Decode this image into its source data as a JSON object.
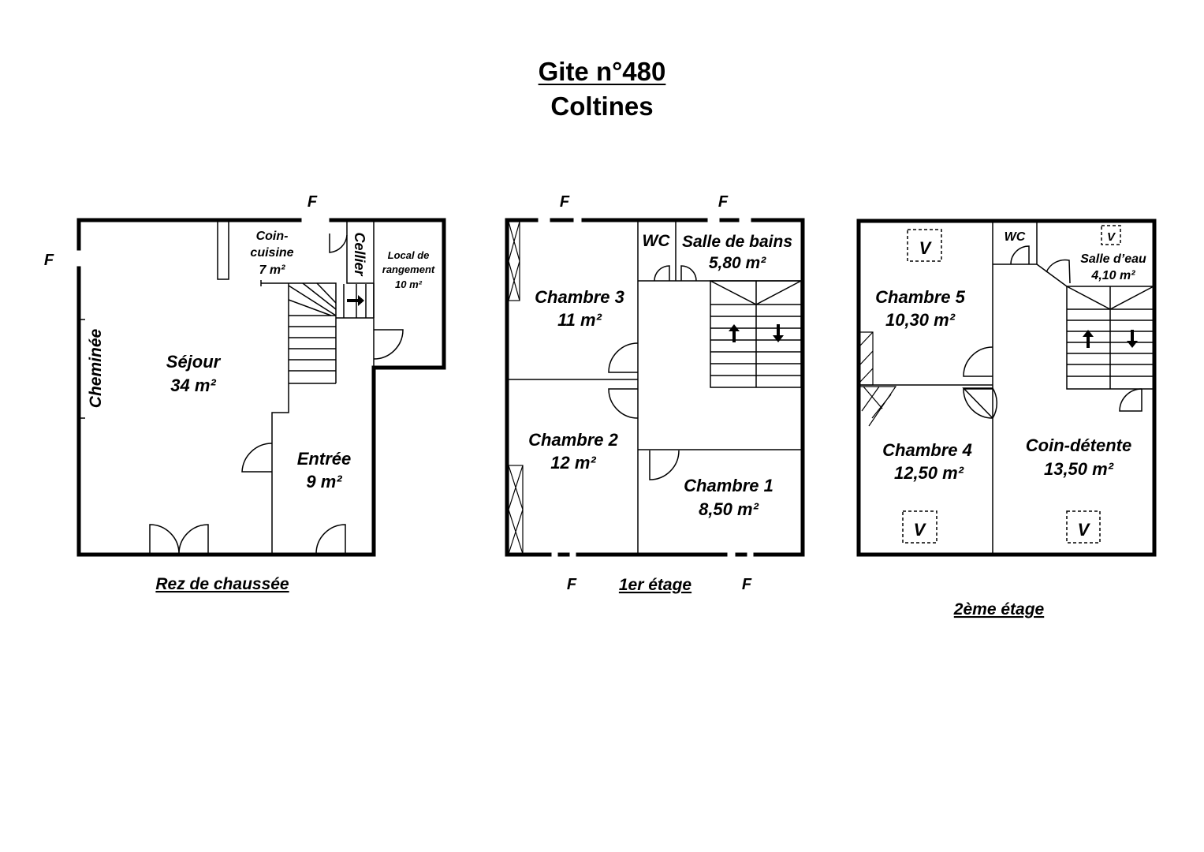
{
  "header": {
    "title": "Gite n°480",
    "subtitle": "Coltines"
  },
  "window_mark": "F",
  "floors": {
    "ground": {
      "label": "Rez de chaussée",
      "rooms": {
        "sejour": {
          "name": "Séjour",
          "area": "34 m²"
        },
        "entree": {
          "name": "Entrée",
          "area": "9 m²"
        },
        "kitchen": {
          "name_l1": "Coin-",
          "name_l2": "cuisine",
          "area": "7 m²"
        },
        "cellier": {
          "name": "Cellier"
        },
        "storage": {
          "name_l1": "Local de",
          "name_l2": "rangement",
          "area": "10 m²"
        }
      },
      "fireplace": "Cheminée"
    },
    "first": {
      "label": "1er étage",
      "rooms": {
        "chambre3": {
          "name": "Chambre 3",
          "area": "11 m²"
        },
        "chambre2": {
          "name": "Chambre 2",
          "area": "12 m²"
        },
        "chambre1": {
          "name": "Chambre 1",
          "area": "8,50 m²"
        },
        "wc": {
          "name": "WC"
        },
        "bath": {
          "name": "Salle de bains",
          "area": "5,80 m²"
        }
      }
    },
    "second": {
      "label": "2ème étage",
      "rooms": {
        "chambre5": {
          "name": "Chambre 5",
          "area": "10,30 m²"
        },
        "chambre4": {
          "name": "Chambre 4",
          "area": "12,50 m²"
        },
        "detente": {
          "name": "Coin-détente",
          "area": "13,50 m²"
        },
        "wc": {
          "name": "WC"
        },
        "shower": {
          "name": "Salle d’eau",
          "area": "4,10 m²"
        }
      },
      "velux_mark": "V"
    }
  }
}
